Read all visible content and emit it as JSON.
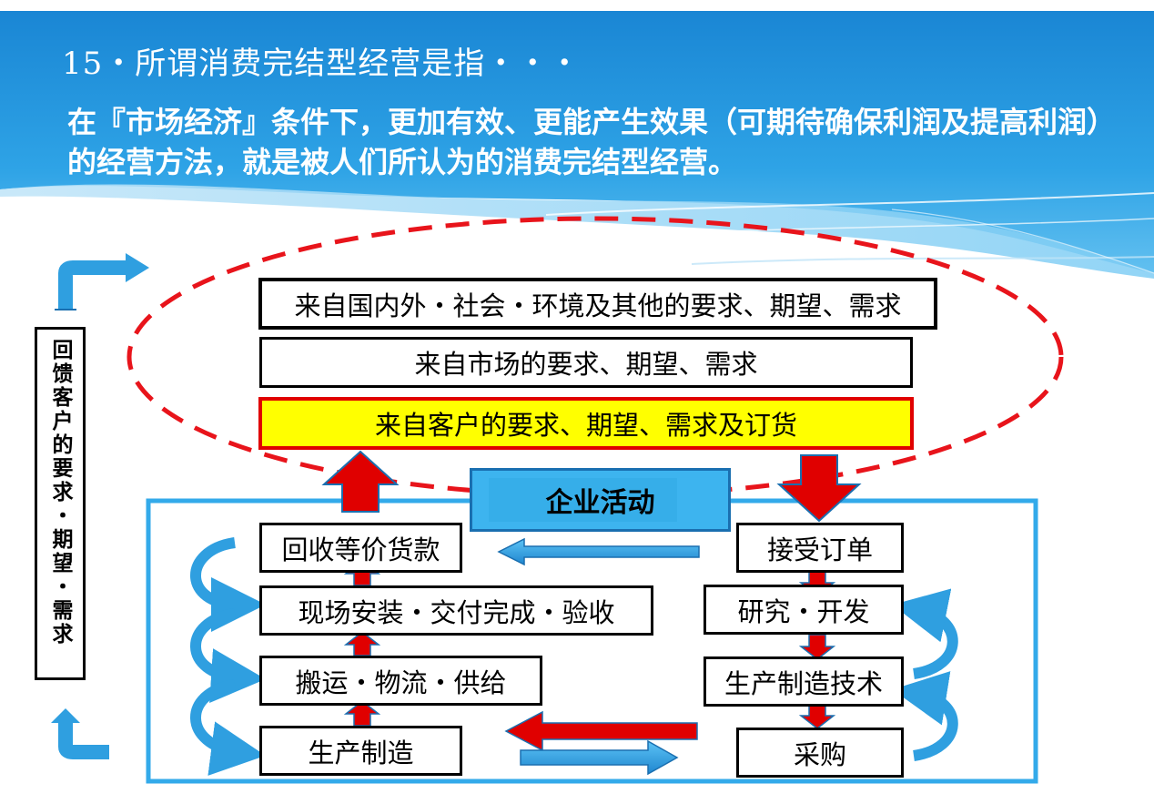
{
  "slide": {
    "title": "15・所谓消费完结型经营是指・・・",
    "subtitle": "在『市场经济』条件下，更加有效、更能产生效果（可期待确保利润及提高利润）的经营方法，就是被人们所认为的消费完结型经营。"
  },
  "demands": {
    "domestic_foreign": "来自国内外・社会・环境及其他的要求、期望、需求",
    "market": "来自市场的要求、期望、需求",
    "customer": "来自客户的要求、期望、需求及订货"
  },
  "enterprise": {
    "label": "企业活动"
  },
  "feedback_label": "回馈客户的要求・期望・需求",
  "left_column": [
    "回收等价货款",
    "现场安装・交付完成・验收",
    "搬运・物流・供给",
    "生产制造"
  ],
  "right_column": [
    "接受订单",
    "研究・开发",
    "生产制造技术",
    "采购"
  ],
  "colors": {
    "banner_blue": "#1e8fd6",
    "frame_blue": "#33aaea",
    "arrow_red": "#e00000",
    "arrow_blue": "#2f9fe0",
    "highlight_yellow": "#ffff00",
    "dash_red": "#e8141b"
  }
}
